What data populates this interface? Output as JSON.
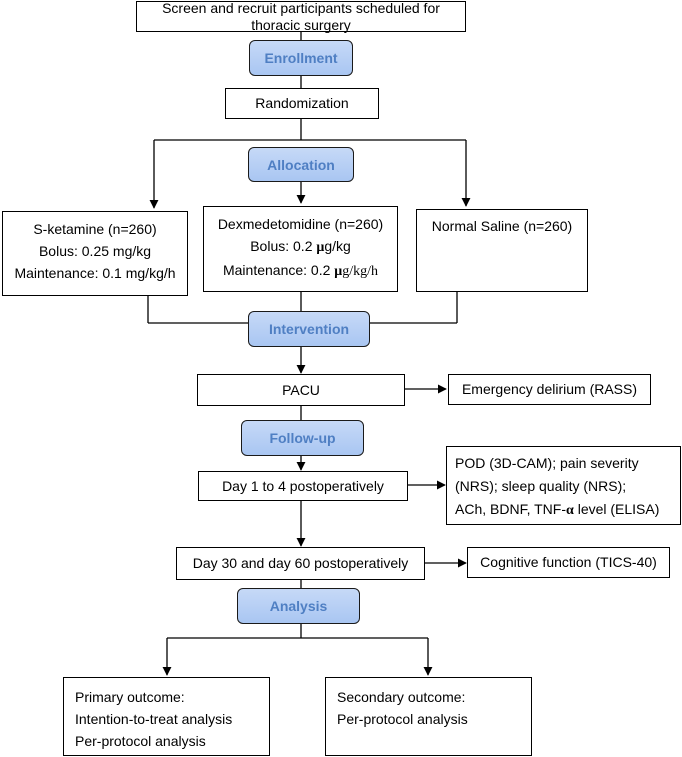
{
  "colors": {
    "stage_fill": "#b8d0f5",
    "stage_text": "#4f7fc3",
    "line": "#000000"
  },
  "screen": "Screen and recruit participants scheduled for thoracic surgery",
  "stages": {
    "enrollment": "Enrollment",
    "allocation": "Allocation",
    "intervention": "Intervention",
    "followup": "Follow-up",
    "analysis": "Analysis"
  },
  "randomization": "Randomization",
  "arms": {
    "sketamine": {
      "name": "S-ketamine (n=260)",
      "bolus": "Bolus: 0.25 mg/kg",
      "maintenance": "Maintenance: 0.1 mg/kg/h"
    },
    "dex": {
      "name": "Dexmedetomidine (n=260)",
      "bolus_prefix": "Bolus: 0.2 ",
      "bolus_mu": "μ",
      "bolus_unit": "g/kg",
      "maintenance_prefix": "Maintenance: 0.2 ",
      "maintenance_mu": "μ",
      "maintenance_unit": "g/kg/h"
    },
    "saline": {
      "name": "Normal Saline (n=260)"
    }
  },
  "pacu": "PACU",
  "emergency_delirium": "Emergency delirium (RASS)",
  "day1to4": "Day 1 to 4 postoperatively",
  "day1to4_outcomes": {
    "line1": "POD (3D-CAM); pain severity",
    "line2": "(NRS); sleep quality (NRS);",
    "line3_prefix": "ACh, BDNF, TNF-",
    "line3_alpha": "α",
    "line3_suffix": " level (ELISA)"
  },
  "day30_60": "Day 30 and day 60 postoperatively",
  "cognitive": "Cognitive function (TICS-40)",
  "primary": {
    "title": "Primary outcome:",
    "line1": "Intention-to-treat analysis",
    "line2": "Per-protocol analysis"
  },
  "secondary": {
    "title": "Secondary outcome:",
    "line1": "Per-protocol analysis"
  }
}
